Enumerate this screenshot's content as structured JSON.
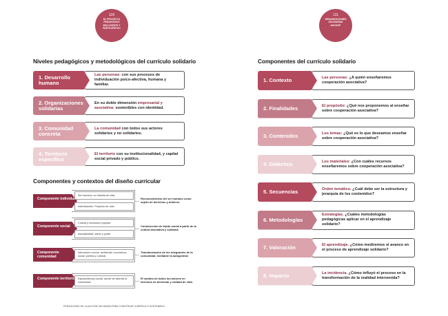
{
  "left_page": {
    "page_number": "118",
    "header_label": "EL PROYECTO PEDAGÓGICO INCLUYENTE Y PARTICIPATIVO",
    "levels_title": "Niveles pedagógicos y metodológicos del currículo solidario",
    "levels": [
      {
        "label": "1. Desarrollo humano",
        "highlight": "Las personas:",
        "text": " con sus procesos de individuación psico-afectiva, humana y familiar.",
        "color": "#b34a5e"
      },
      {
        "label": "2. Organizaciones solidarias",
        "highlight": "empresarial y asociativa:",
        "prefix": "En su doble dimensión ",
        "text": " sostenibles con identidad.",
        "color": "#c27b88"
      },
      {
        "label": "3. Comunidad concreta",
        "highlight": "La comunidad",
        "text": " con todos sus actores solidarios y no solidarios.",
        "color": "#dba4ad"
      },
      {
        "label": "4. Territorio específico",
        "highlight": "El territorio",
        "text": " con su institucionalidad, y capital social privado y público.",
        "color": "#eccfd3"
      }
    ],
    "components_title": "Componentes y contextos del diseño curricular",
    "components": [
      {
        "label": "Componente individual",
        "cells": [
          "Ser humano: su historia de vida",
          "Individuación. Proyecto de vida"
        ],
        "result": "Reconocimiento del ser humano como sujeto de derechos y deberes."
      },
      {
        "label": "Componente social",
        "cells": [
          "Cultura y educación popular",
          "Asociatividad: saber y poder"
        ],
        "result": "Construcción de tejido social a partir de la cultura asociativa y solidaria"
      },
      {
        "label": "Componente comunidad",
        "cells": [
          "Interacción común: ambiental, económica, social, política y cultural."
        ],
        "result": "Transformación de los integrantes de la comunidad, mediante la autogestión"
      },
      {
        "label": "Componente territorio",
        "cells": [
          "Espaciotiempo-social, donde se asienta la comunidad"
        ],
        "result": "El cambio de todos los actores en términos de bienestar y calidad de vida."
      }
    ],
    "footer": "PEDAGOGÍAS DE LA ACCIÓN SOLIDARIA PARA CONSTRUIR CURRÍCULO SOSTENIBLE"
  },
  "right_page": {
    "page_number": "111",
    "header_label": "ORGANIZACIONES SOLIDARIAS ASCOOP",
    "title": "Componentes del currículo solidario",
    "items": [
      {
        "label": "1. Contexto",
        "highlight": "Las personas:",
        "text": " ¿A quién enseñaremos cooperación asociativa?",
        "color": "#b34a5e"
      },
      {
        "label": "2. Finalidades",
        "highlight": "El propósito:",
        "text": " ¿Qué nos proponemos al enseñar sobre cooperación asociativa?",
        "color": "#c27b88"
      },
      {
        "label": "3. Contenidos",
        "highlight": "Los temas:",
        "text": " ¿Qué es lo que deseamos enseñar sobre cooperación asociativa?",
        "color": "#dba4ad"
      },
      {
        "label": "4. Didáctica",
        "highlight": "Los materiales:",
        "text": " ¿Con cuáles recursos enseñaremos sobre cooperación asociativa?",
        "color": "#eccfd3"
      },
      {
        "label": "5. Secuencias",
        "highlight": "Orden temático.",
        "text": " ¿Cuál debe ser la estructura y jerarquía de los contenidos?",
        "color": "#b34a5e"
      },
      {
        "label": "6. Metodologías",
        "highlight": "Estrategias.",
        "text": " ¿Cuáles metodologías pedagógicas aplicar en el aprendizaje solidario?",
        "color": "#c27b88"
      },
      {
        "label": "7. Valoración",
        "highlight": "El aprendizaje.",
        "text": " ¿Cómo mediremos el avance en el proceso de aprendizaje solidario?",
        "color": "#dba4ad"
      },
      {
        "label": "8. Impacto",
        "highlight": "La incidencia.",
        "text": " ¿Cómo influyó el proceso en la transformación de la realidad intervenida?",
        "color": "#eccfd3"
      }
    ]
  }
}
